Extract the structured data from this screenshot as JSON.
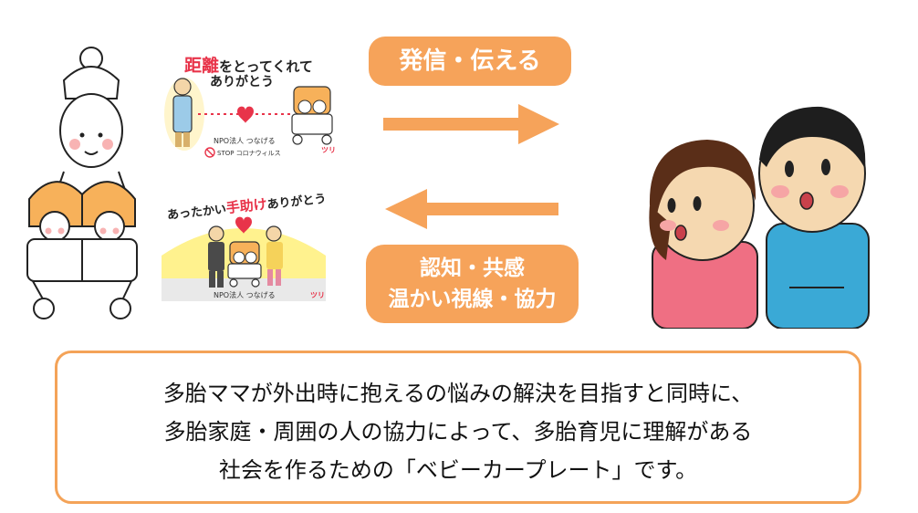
{
  "plate1": {
    "title_red": "距離",
    "title_rest": "をとってくれて",
    "title_line2": "ありがとう",
    "org": "NPO法人 つなげる",
    "stop": "STOP コロナウィルス",
    "logo": "ツリ"
  },
  "plate2": {
    "title_pre": "あったかい",
    "title_red": "手助け",
    "title_post": "ありがとう",
    "org": "NPO法人 つなげる",
    "logo": "ツリ"
  },
  "arrows": {
    "top_label": "発信・伝える",
    "bottom_label_line1": "認知・共感",
    "bottom_label_line2": "温かい視線・協力"
  },
  "message": {
    "line1": "多胎ママが外出時に抱えるの悩みの解決を目指すと同時に、",
    "line2": "多胎家庭・周囲の人の協力によって、多胎育児に理解がある",
    "line3": "社会を作るための「ベビーカープレート」です。"
  },
  "colors": {
    "accent_orange": "#f6a35a",
    "border_orange": "#f4a358",
    "heart_red": "#e8344a",
    "woman_shirt": "#ef6f83",
    "man_shirt": "#3aa9d6"
  }
}
